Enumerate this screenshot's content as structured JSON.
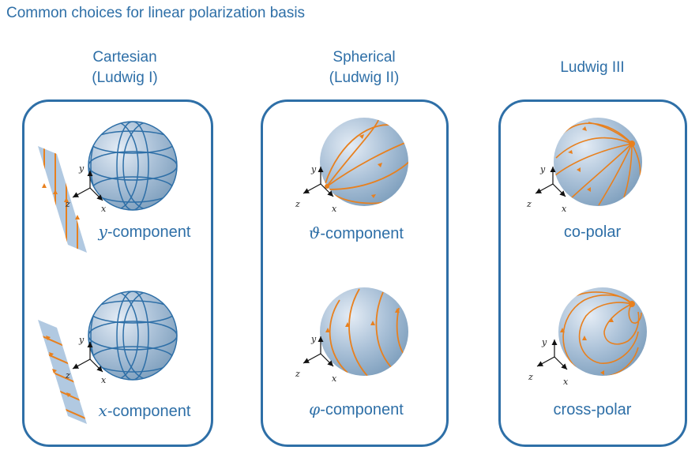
{
  "title": "Common choices for linear polarization basis",
  "columns": [
    {
      "heading_line1": "Cartesian",
      "heading_line2": "(Ludwig I)",
      "top_label": {
        "symbol": "y",
        "text": "-component"
      },
      "bottom_label": {
        "symbol": "x",
        "text": "-component"
      }
    },
    {
      "heading_line1": "Spherical",
      "heading_line2": "(Ludwig II)",
      "top_label": {
        "symbol": "ϑ",
        "text": "-component"
      },
      "bottom_label": {
        "symbol": "φ",
        "text": "-component"
      }
    },
    {
      "heading_line1": "Ludwig III",
      "heading_line2": "",
      "top_label": {
        "symbol": "",
        "text": "co-polar"
      },
      "bottom_label": {
        "symbol": "",
        "text": "cross-polar"
      }
    }
  ],
  "axes": {
    "x": "x",
    "y": "y",
    "z": "z"
  },
  "colors": {
    "accent": "#2e6fa7",
    "field_lines": "#e8801e",
    "sphere_light": "#e4ecf5",
    "sphere_dark": "#7e9fbd",
    "plane": "#a9c3de"
  }
}
